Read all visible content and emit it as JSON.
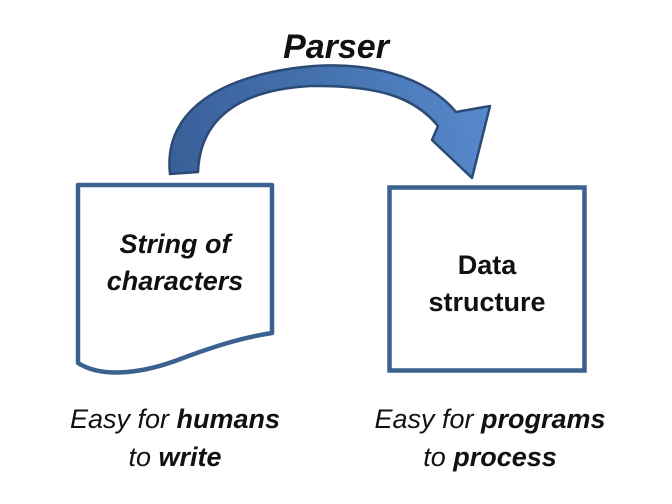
{
  "title": "Parser",
  "boxes": {
    "left": {
      "line1": "String of",
      "line2": "characters"
    },
    "right": {
      "line1": "Data",
      "line2": "structure"
    }
  },
  "captions": {
    "left": {
      "prefix": "Easy for ",
      "bold1": "humans",
      "mid": "to ",
      "bold2": "write"
    },
    "right": {
      "prefix": "Easy for ",
      "bold1": "programs",
      "mid": "to ",
      "bold2": "process"
    }
  },
  "arrow": {
    "icon": "curved-right-arrow"
  },
  "colors": {
    "background": "#ffffff",
    "text": "#111111",
    "box_border": "#3b6191",
    "box_fill": "#ffffff",
    "arrow_stroke": "#2b4a75",
    "arrow_gradient_start": "#3a5f99",
    "arrow_gradient_mid": "#4472ae",
    "arrow_gradient_end": "#5b8bd0"
  }
}
